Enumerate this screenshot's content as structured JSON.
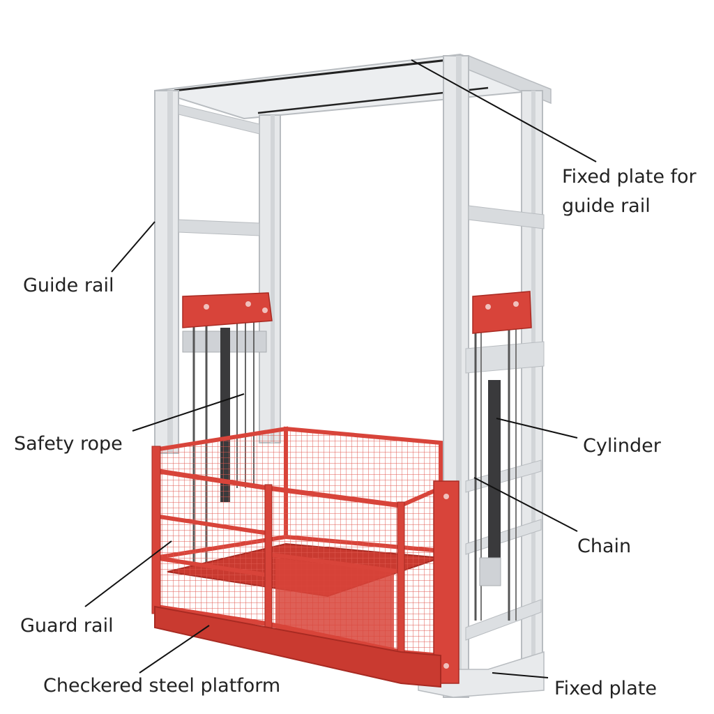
{
  "callouts": {
    "fixed_plate_for_guide_rail": {
      "line1": "Fixed plate for",
      "line2": "guide rail"
    },
    "guide_rail": "Guide rail",
    "safety_rope": "Safety rope",
    "cylinder": "Cylinder",
    "chain": "Chain",
    "guard_rail": "Guard rail",
    "checkered_steel_platform": "Checkered steel platform",
    "fixed_plate": "Fixed plate"
  },
  "colors": {
    "frame_steel": "#e4e6e8",
    "frame_shadow": "#b8bcc0",
    "cage_red": "#d8443a",
    "cage_red_dark": "#a82a22",
    "cylinder_dark": "#3a3a3c",
    "leader_line": "#111111",
    "label_text": "#222222"
  }
}
